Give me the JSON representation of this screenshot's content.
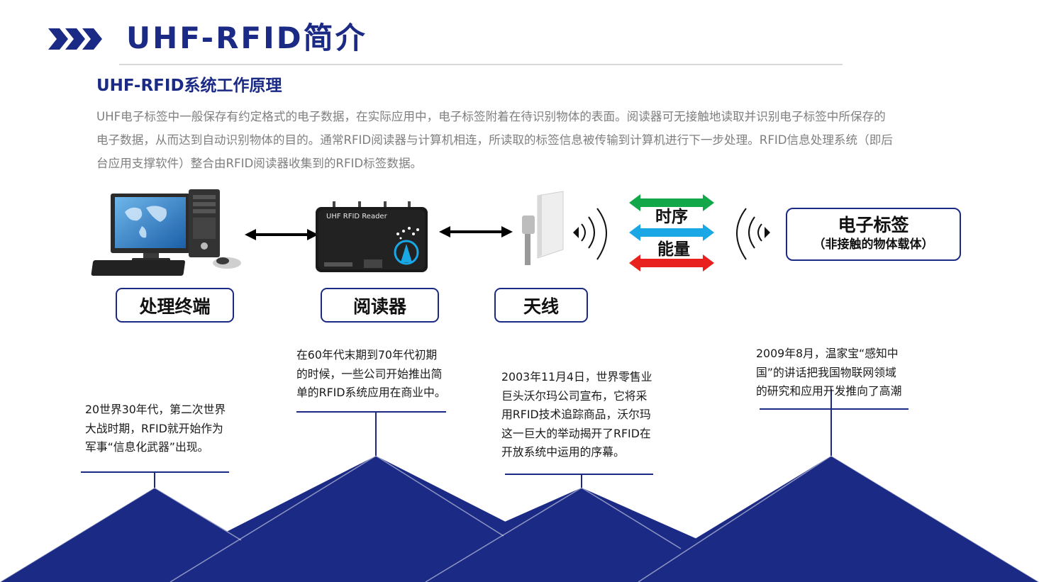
{
  "slide": {
    "title": "UHF-RFID简介",
    "subtitle": "UHF-RFID系统工作原理",
    "paragraph_lines": [
      "UHF电子标签中一般保存有约定格式的电子数据，在实际应用中，电子标签附着在待识别物体的表面。阅读器可无接触地读取并识别电子标签中所保存的",
      "电子数据，从而达到自动识别物体的目的。通常RFID阅读器与计算机相连，所读取的标签信息被传输到计算机进行下一步处理。RFID信息处理系统（即后",
      "台应用支撑软件）整合由RFID阅读器收集到的RFID标签数据。"
    ]
  },
  "diagram": {
    "terminal_label": "处理终端",
    "reader_label": "阅读器",
    "reader_device_text": "UHF RFID Reader",
    "antenna_label": "天线",
    "timing_label": "时序",
    "energy_label": "能量",
    "tag_title": "电子标签",
    "tag_subtitle": "（非接触的物体载体）"
  },
  "timeline": {
    "events": [
      {
        "lines": [
          "20世界30年代，第二次世界",
          "大战时期，RFID就开始作为",
          "军事“信息化武器”出现。"
        ]
      },
      {
        "lines": [
          "在60年代末期到70年代初期",
          "的时候，一些公司开始推出简",
          "单的RFID系统应用在商业中。"
        ]
      },
      {
        "lines": [
          "2003年11月4日，世界零售业",
          "巨头沃尔玛公司宣布，它将采",
          "用RFID技术追踪商品，沃尔玛",
          "这一巨大的举动揭开了RFID在",
          "开放系统中运用的序幕。"
        ]
      },
      {
        "lines": [
          "2009年8月，温家宝“感知中",
          "国”的讲话把我国物联网领域",
          "的研究和应用开发推向了高潮"
        ]
      }
    ]
  },
  "colors": {
    "navy": "#1b2a85",
    "green_arrow": "#12a84a",
    "blue_arrow": "#1aa7e6",
    "red_arrow": "#e8201e"
  },
  "icons": [
    "chevron-arrows-icon",
    "computer-icon",
    "reader-device-icon",
    "antenna-icon",
    "radio-wave-icon"
  ]
}
